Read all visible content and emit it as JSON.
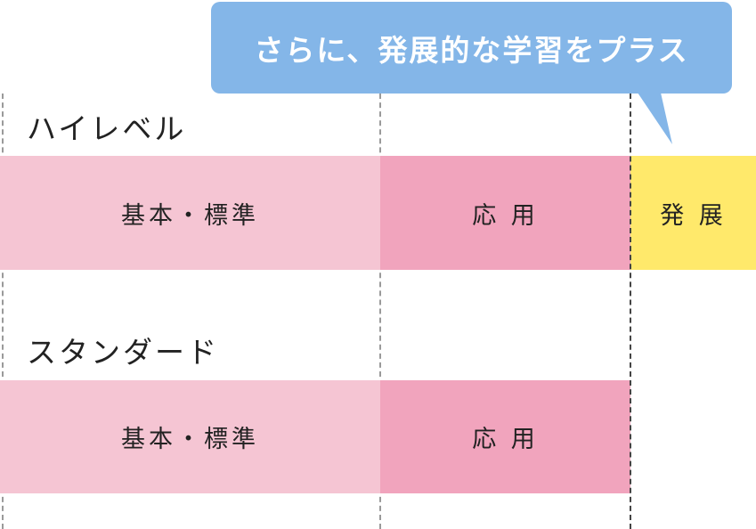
{
  "callout": {
    "text": "さらに、発展的な学習をプラス"
  },
  "rows": [
    {
      "label": "ハイレベル",
      "segments": [
        "基本・標準",
        "応 用",
        "発 展"
      ]
    },
    {
      "label": "スタンダード",
      "segments": [
        "基本・標準",
        "応 用"
      ]
    }
  ],
  "colors": {
    "callout": "#84b6e8",
    "basic": "#f5c5d3",
    "applied": "#f1a4bd",
    "advanced": "#ffe96b"
  }
}
